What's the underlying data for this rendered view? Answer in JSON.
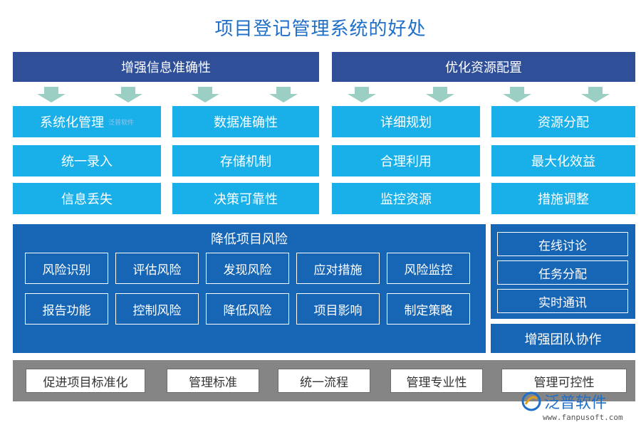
{
  "title": "项目登记管理系统的好处",
  "sections": {
    "accuracy": {
      "header": "增强信息准确性",
      "cells": [
        "系统化管理",
        "数据准确性",
        "统一录入",
        "存储机制",
        "信息丢失",
        "决策可靠性"
      ]
    },
    "resources": {
      "header": "优化资源配置",
      "cells": [
        "详细规划",
        "资源分配",
        "合理利用",
        "最大化效益",
        "监控资源",
        "措施调整"
      ]
    },
    "risk": {
      "header": "降低项目风险",
      "items": [
        "风险识别",
        "评估风险",
        "发现风险",
        "应对措施",
        "风险监控",
        "报告功能",
        "控制风险",
        "降低风险",
        "项目影响",
        "制定策略"
      ]
    },
    "team": {
      "items": [
        "在线讨论",
        "任务分配",
        "实时通讯"
      ],
      "label": "增强团队协作"
    },
    "standard": {
      "items": [
        "促进项目标准化",
        "管理标准",
        "统一流程",
        "管理专业性",
        "管理可控性"
      ]
    }
  },
  "watermark": "泛普软件",
  "logo": {
    "name": "泛普软件",
    "url": "www.fanpusoft.com"
  },
  "colors": {
    "header_navy": "#2f4f98",
    "cell_cyan": "#19b0ea",
    "panel_blue": "#1766b6",
    "arrow_green": "#9ccfc3",
    "footer_gray": "#858585",
    "title_blue": "#1f6fc8"
  }
}
